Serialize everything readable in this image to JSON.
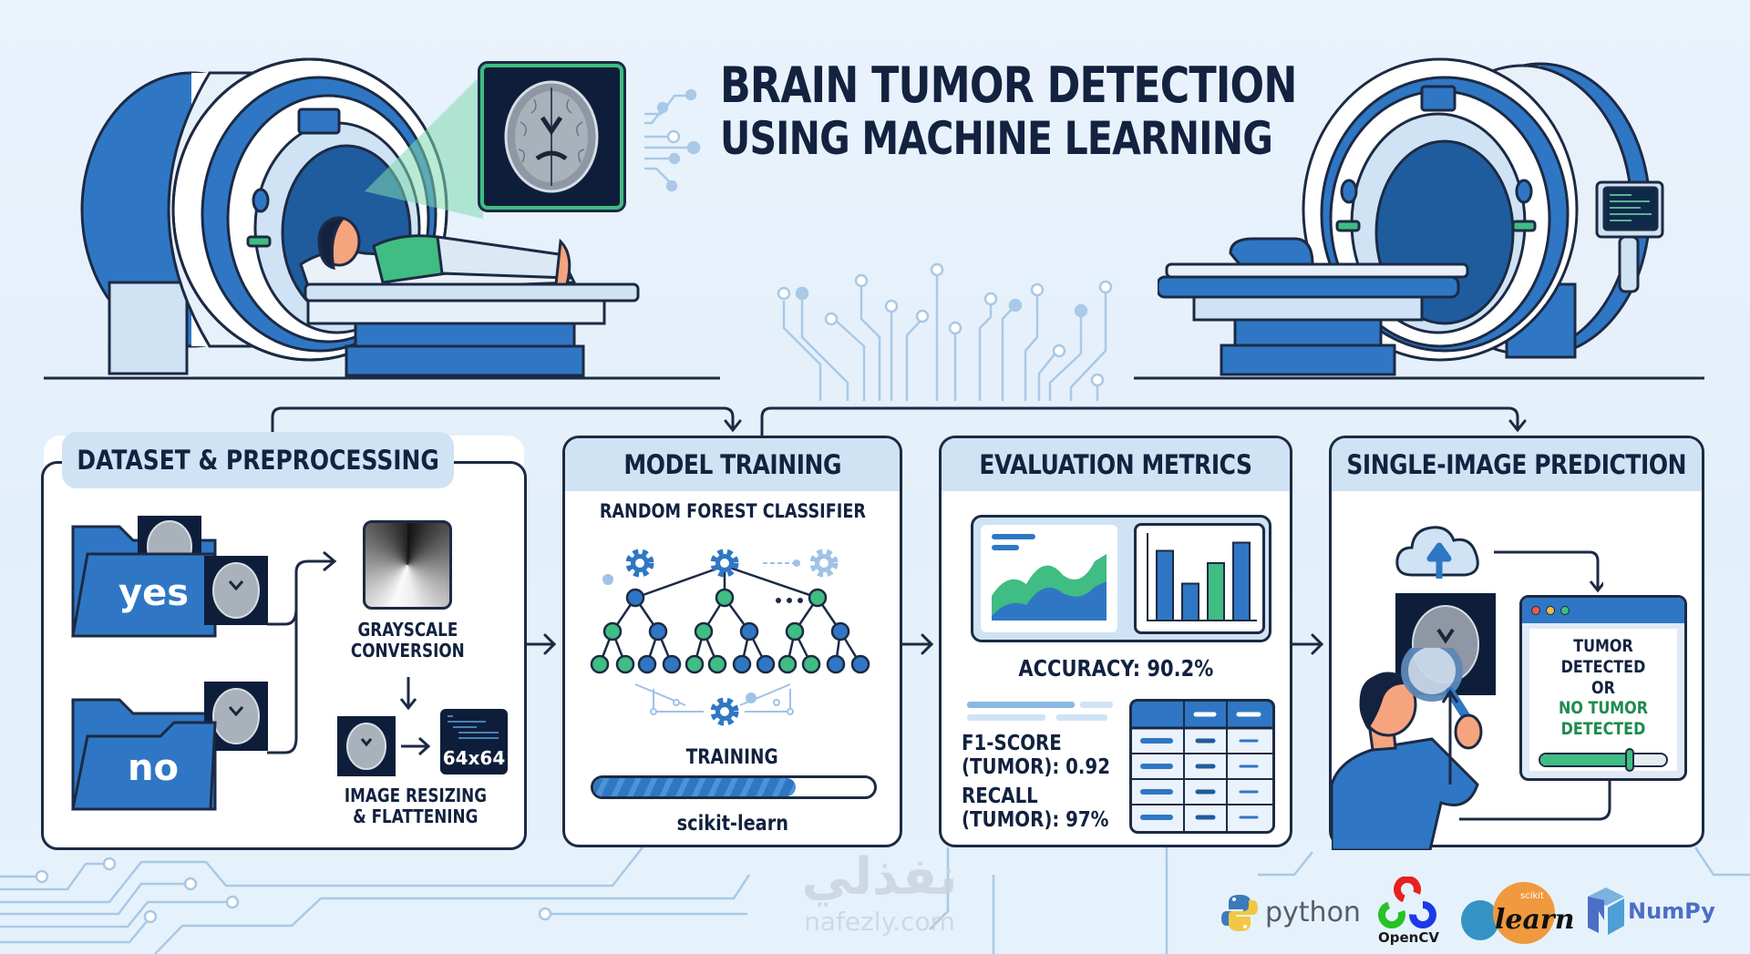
{
  "title": {
    "line1": "BRAIN TUMOR DETECTION",
    "line2": "USING MACHINE LEARNING"
  },
  "colors": {
    "navy": "#12223f",
    "primary_blue": "#2f77c4",
    "light_blue": "#cfe3f5",
    "green": "#3fbd82",
    "scan_frame_green": "#3fbd82",
    "dark_text_green": "#1f8a4e"
  },
  "panels": {
    "dataset": {
      "title": "DATASET & PREPROCESSING",
      "folder_yes": "yes",
      "folder_no": "no",
      "grayscale_label_1": "GRAYSCALE",
      "grayscale_label_2": "CONVERSION",
      "resize_tag": "64x64",
      "resize_label_1": "IMAGE RESIZING",
      "resize_label_2": "& FLATTENING"
    },
    "training": {
      "title": "MODEL TRAINING",
      "subtitle": "RANDOM FOREST CLASSIFIER",
      "ellipsis": "• • •",
      "status": "TRAINING",
      "progress": 0.72,
      "library": "scikit-learn"
    },
    "evaluation": {
      "title": "EVALUATION METRICS",
      "accuracy": "ACCURACY: 90.2%",
      "f1_line1": "F1-SCORE",
      "f1_line2": "(TUMOR): 0.92",
      "recall_line1": "RECALL",
      "recall_line2": "(TUMOR): 97%",
      "mini_bar_values": [
        0.85,
        0.45,
        0.7,
        0.95
      ]
    },
    "prediction": {
      "title": "SINGLE-IMAGE PREDICTION",
      "result_1": "TUMOR",
      "result_2": "DETECTED",
      "result_or": "OR",
      "result_3": "NO TUMOR",
      "result_4": "DETECTED",
      "confidence": 0.72
    }
  },
  "icons": {
    "mri_left": "mri-scanner-with-patient-icon",
    "mri_right": "mri-scanner-icon",
    "brain_scan": "brain-mri-scan-icon",
    "cloud_upload": "cloud-upload-icon",
    "magnifier": "magnifying-glass-icon",
    "gear": "gear-icon",
    "folder": "folder-icon"
  },
  "logos": {
    "python": "python",
    "opencv": "OpenCV",
    "sklearn_small": "scikit",
    "sklearn_big": "learn",
    "numpy": "NumPy"
  },
  "watermark": {
    "arabic": "نفذلي",
    "latin": "nafezly.com"
  }
}
